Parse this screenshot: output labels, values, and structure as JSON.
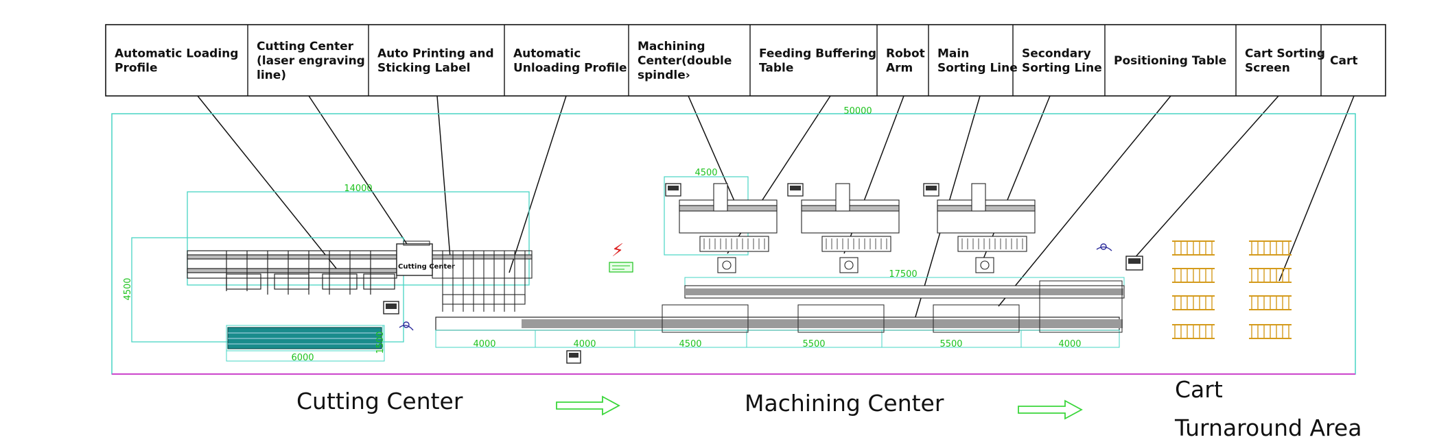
{
  "header": {
    "labels": [
      [
        "Automatic Loading",
        "Profile"
      ],
      [
        "Cutting Center",
        "(laser engraving",
        "line)"
      ],
      [
        "Auto Printing and",
        "Sticking Label"
      ],
      [
        "Automatic",
        "Unloading Profile"
      ],
      [
        "Machining",
        "Center(double",
        "spindle›"
      ],
      [
        "Feeding Buffering",
        "Table"
      ],
      [
        "Robot",
        "Arm"
      ],
      [
        "Main",
        "Sorting Line"
      ],
      [
        "Secondary",
        "Sorting Line"
      ],
      [
        "Positioning Table"
      ],
      [
        "Cart Sorting",
        "Screen"
      ],
      [
        "Cart"
      ]
    ]
  },
  "dimensions": {
    "total": "50000",
    "cutting_width": "14000",
    "cutting_height": "4500",
    "storage_width": "6000",
    "storage_height": "1500",
    "machining_width": "4500",
    "sorting_length": "17500",
    "segments": [
      "4000",
      "4000",
      "4500",
      "5500",
      "5500",
      "4000"
    ]
  },
  "equipment": {
    "cutting_center_label": "Cutting Center",
    "warning_sign_text": "⚡"
  },
  "sections": {
    "cutting": "Cutting Center",
    "machining": "Machining  Center",
    "cart_line1": "Cart",
    "cart_line2": "Turnaround Area"
  },
  "colors": {
    "outline": "#46d4c4",
    "dimension_text": "#1cc21c",
    "arrow": "#3ad63a",
    "floor_line": "#cc44cc",
    "cart_frame": "#d49a1a",
    "storage_rack": "#1a8c8c"
  }
}
